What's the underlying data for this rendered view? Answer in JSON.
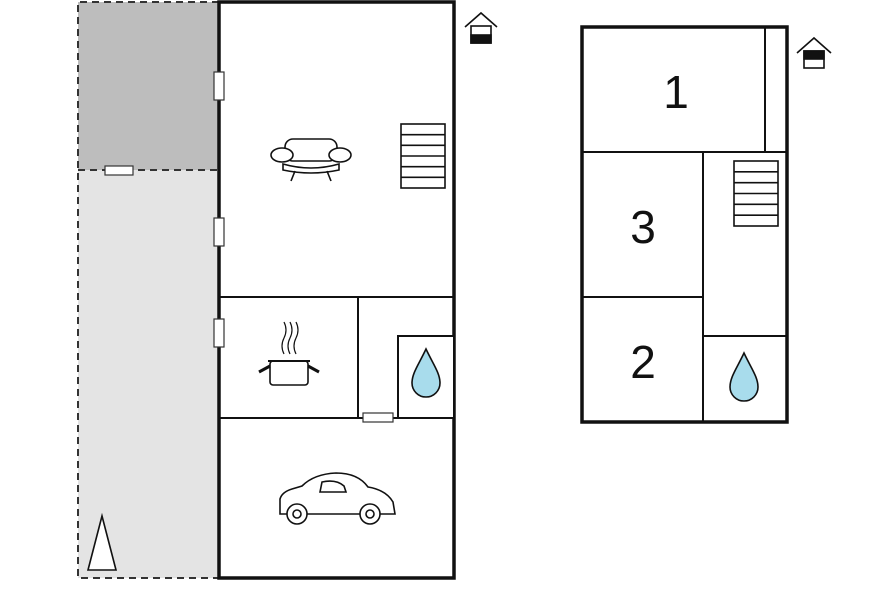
{
  "ground_floor": {
    "rooms": [
      {
        "id": "living",
        "icon": "sofa-icon"
      },
      {
        "id": "kitchen",
        "icon": "cooking-pot-icon"
      },
      {
        "id": "hall",
        "icon": ""
      },
      {
        "id": "bathroom",
        "icon": "water-drop-icon"
      },
      {
        "id": "garage",
        "icon": "car-icon"
      }
    ],
    "outdoor": {
      "terrace": "dark-gray",
      "garden": "light-gray"
    },
    "north_icon": "north-arrow-icon",
    "stairs_icon": "staircase-icon",
    "floor_icon": "house-floor-icon"
  },
  "upper_floor": {
    "room_labels": [
      "1",
      "3",
      "2"
    ],
    "stairs_icon": "staircase-icon",
    "bath_icon": "water-drop-icon",
    "floor_icon": "house-floor-icon"
  },
  "colors": {
    "wall": "#111111",
    "terrace_fill": "#bdbdbd",
    "garden_fill": "#e4e4e4",
    "water_fill": "#a8dcec"
  }
}
